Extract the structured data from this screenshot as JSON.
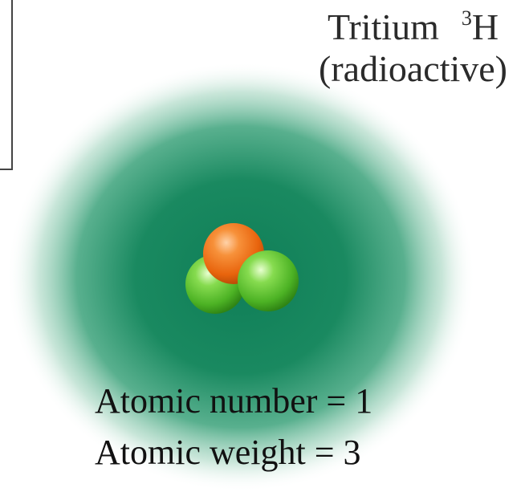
{
  "label": {
    "name": "Tritium",
    "mass_number": "3",
    "symbol": "H",
    "note": "(radioactive)"
  },
  "properties": {
    "atomic_number": "Atomic number = 1",
    "atomic_weight": "Atomic weight = 3"
  },
  "nucleus": {
    "protons": 1,
    "neutrons": 2
  },
  "colors": {
    "cloud": "#0f7e57",
    "proton": "#f07a1c",
    "neutron": "#58c12d"
  }
}
